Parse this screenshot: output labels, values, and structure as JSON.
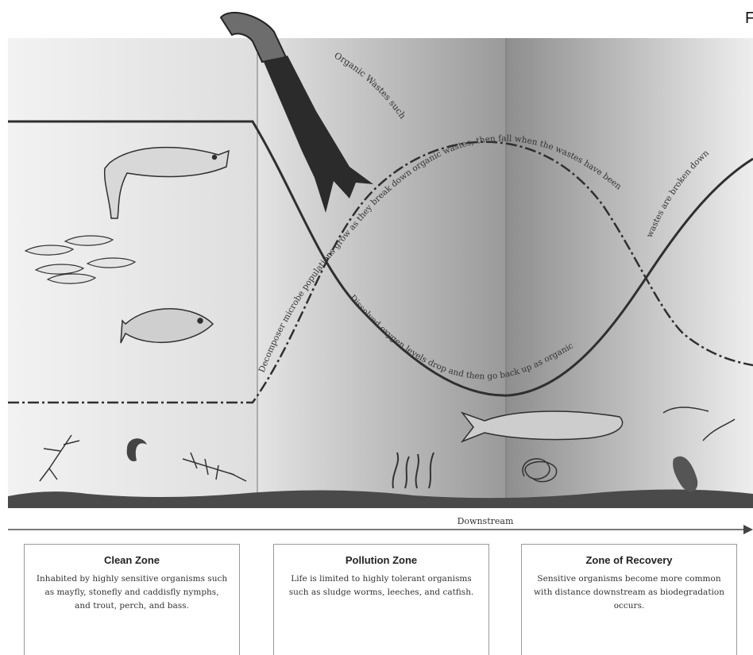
{
  "corner_text": "F",
  "curve_labels": {
    "waste": "Organic Wastes such as raw sewage",
    "decomposer": "Decomposer microbe populations grow as they break down organic wastes, then fall when the wastes have been degraded",
    "decomposer_right": "wastes are broken down",
    "oxygen": "Dissolved oxygen levels drop and then go back up as organic"
  },
  "axis_label": "Downstream",
  "zones": [
    {
      "title": "Clean Zone",
      "desc": "Inhabited by highly sensitive organisms such as mayfly, stonefly and caddisfly nymphs, and trout, perch, and bass."
    },
    {
      "title": "Pollution Zone",
      "desc": "Life is limited to highly tolerant organisms such as sludge worms, leeches, and catfish."
    },
    {
      "title": "Zone of Recovery",
      "desc": "Sensitive organisms become more common with distance downstream as biodegradation occurs."
    }
  ],
  "colors": {
    "panel_light": "#efefef",
    "panel_mid": "#b9b9b9",
    "panel_dark": "#8f8f8f",
    "riverbed": "#4a4a4a",
    "pipe": "#2b2b2b",
    "curve": "#2f2f2f"
  }
}
